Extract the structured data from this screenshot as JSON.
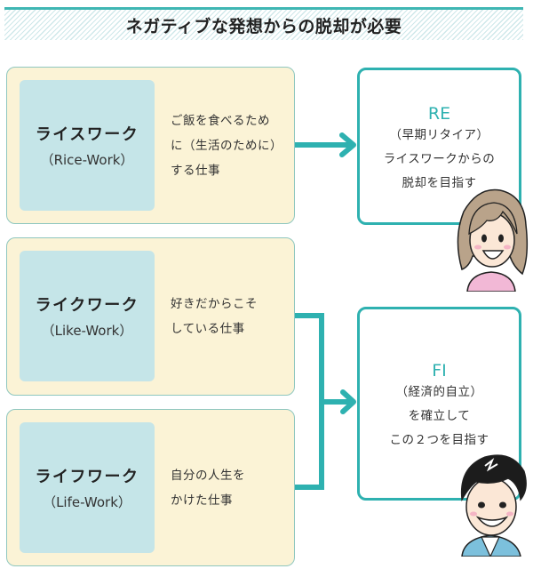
{
  "header": {
    "title": "ネガティブな発想からの脱却が必要"
  },
  "work_types": [
    {
      "name": "ライスワーク",
      "english": "（Rice-Work）",
      "description": [
        "ご飯を食べるため",
        "に（生活のために）",
        "する仕事"
      ]
    },
    {
      "name": "ライクワーク",
      "english": "（Like-Work）",
      "description": [
        "好きだからこそ",
        "している仕事"
      ]
    },
    {
      "name": "ライフワーク",
      "english": "（Life-Work）",
      "description": [
        "自分の人生を",
        "かけた仕事"
      ]
    }
  ],
  "goals": [
    {
      "title": "RE",
      "lines": [
        "（早期リタイア）",
        "ライスワークからの",
        "脱却を目指す"
      ]
    },
    {
      "title": "FI",
      "lines": [
        "（経済的自立）",
        "を確立して",
        "この２つを目指す"
      ]
    }
  ],
  "colors": {
    "accent": "#2eb1b0",
    "card_bg": "#fbf3d6",
    "label_bg": "#c5e5e8"
  },
  "icons": {
    "woman": "woman-avatar-icon",
    "man": "man-avatar-icon"
  }
}
